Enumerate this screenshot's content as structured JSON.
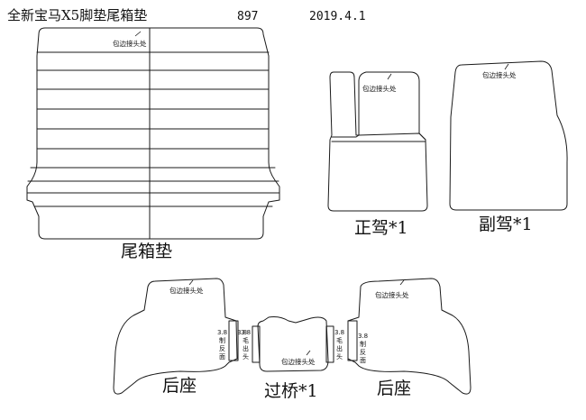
{
  "header": {
    "title": "全新宝马X5脚垫尾箱垫",
    "code": "897",
    "date": "2019.4.1"
  },
  "pieces": {
    "trunk": {
      "label": "尾箱垫",
      "note": "包边接头处"
    },
    "driver": {
      "label": "正驾*1",
      "note": "包边接头处"
    },
    "passenger": {
      "label": "副驾*1",
      "note": "包边接头处"
    },
    "rear_left": {
      "label": "后座",
      "note": "包边接头处",
      "side_spec": [
        "3.8",
        "制",
        "反",
        "面"
      ],
      "side_spec_2": [
        "3.8",
        "毛",
        "出",
        "头"
      ]
    },
    "bridge": {
      "label": "过桥*1",
      "note": "包边接头处",
      "left_spec": [
        "3.8",
        "毛",
        "出",
        "头"
      ],
      "right_spec": [
        "3.8",
        "毛",
        "出",
        "头"
      ]
    },
    "rear_right": {
      "label": "后座",
      "note": "包边接头处",
      "side_spec": [
        "3.8",
        "制",
        "反",
        "面"
      ]
    }
  },
  "colors": {
    "line": "#1a1a1a",
    "text": "#111111",
    "background": "#ffffff"
  }
}
